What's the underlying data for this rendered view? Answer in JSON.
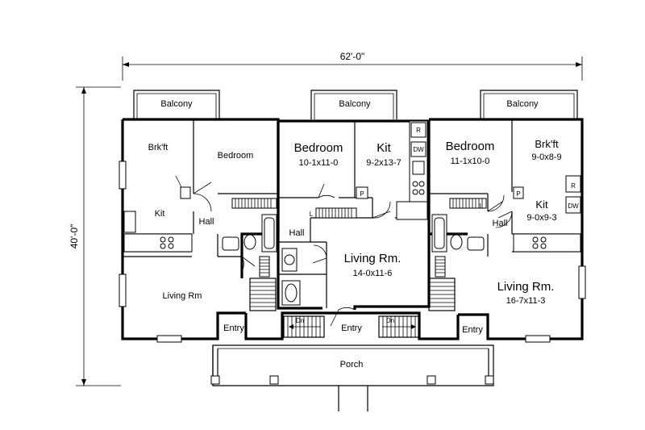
{
  "dimensions": {
    "width": "62'-0\"",
    "depth": "40'-0\""
  },
  "balconies": {
    "left": "Balcony",
    "center": "Balcony",
    "right": "Balcony"
  },
  "left_unit": {
    "breakfast": "Brk'ft",
    "bedroom": "Bedroom",
    "kitchen": "Kit",
    "hall": "Hall",
    "living": "Living Rm",
    "entry": "Entry"
  },
  "center_unit": {
    "bedroom": "Bedroom",
    "bedroom_size": "10-1x11-0",
    "kitchen": "Kit",
    "kitchen_size": "9-2x13-7",
    "hall": "Hall",
    "living": "Living Rm.",
    "living_size": "14-0x11-6",
    "entry": "Entry",
    "down_left": "Dn",
    "down_right": "Dn"
  },
  "right_unit": {
    "bedroom": "Bedroom",
    "bedroom_size": "11-1x10-0",
    "breakfast": "Brk'ft",
    "breakfast_size": "9-0x8-9",
    "kitchen": "Kit",
    "kitchen_size": "9-0x9-3",
    "hall": "Hall",
    "living": "Living Rm.",
    "living_size": "16-7x11-3",
    "entry": "Entry"
  },
  "porch": "Porch",
  "appliances": {
    "refrigerator": "R",
    "dishwasher": "DW",
    "pantry": "P",
    "laundry": "L"
  }
}
